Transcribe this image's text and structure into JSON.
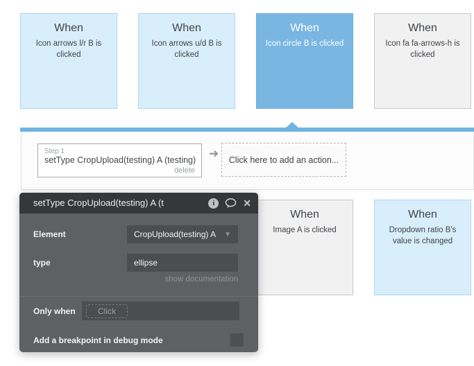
{
  "events_top": [
    {
      "title": "When",
      "subtitle": "Icon arrows l/r B is clicked",
      "state": "light"
    },
    {
      "title": "When",
      "subtitle": "Icon arrows u/d B is clicked",
      "state": "light"
    },
    {
      "title": "When",
      "subtitle": "Icon circle B is clicked",
      "state": "selected"
    },
    {
      "title": "When",
      "subtitle": "Icon fa fa-arrows-h is clicked",
      "state": "gray"
    }
  ],
  "events_bottom": [
    {
      "title": "When",
      "subtitle": "Image A is clicked",
      "state": "gray"
    },
    {
      "title": "When",
      "subtitle": "Dropdown ratio B's value is changed",
      "state": "light"
    }
  ],
  "action_panel": {
    "step_label": "Step 1",
    "step_title": "setType CropUpload(testing) A (testing)",
    "delete_label": "delete",
    "arrow_glyph": "➜",
    "add_action_label": "Click here to add an action..."
  },
  "popup": {
    "title": "setType CropUpload(testing) A (t",
    "info_icon_glyph": "i",
    "close_icon_glyph": "✕",
    "element_label": "Element",
    "element_value": "CropUpload(testing) A",
    "dropdown_caret": "▼",
    "type_label": "type",
    "type_value": "ellipse",
    "show_documentation_label": "show documentation",
    "only_when_label": "Only when",
    "only_when_placeholder": "Click",
    "breakpoint_label": "Add a breakpoint in debug mode"
  },
  "colors": {
    "event_light_bg": "#d9eefb",
    "event_light_border": "#a9d6ef",
    "event_selected_bg": "#79b7e2",
    "event_gray_bg": "#f1f1f2",
    "flow_bar": "#6fb3e3",
    "popup_header_bg": "#34383a",
    "popup_body_bg": "#5d6163",
    "popup_field_bg": "#4a4e50"
  }
}
